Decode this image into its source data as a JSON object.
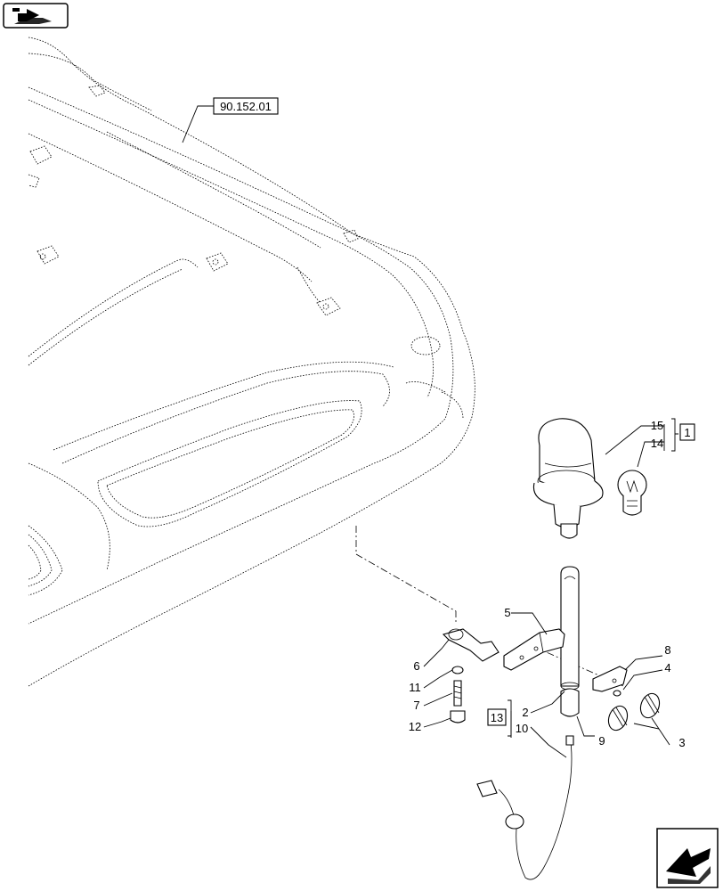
{
  "reference_label": "90.152.01",
  "callouts": {
    "c1": "1",
    "c2": "2",
    "c3": "3",
    "c4": "4",
    "c5": "5",
    "c6": "6",
    "c7": "7",
    "c8": "8",
    "c9": "9",
    "c10": "10",
    "c11": "11",
    "c12": "12",
    "c13": "13",
    "c14": "14",
    "c15": "15"
  },
  "icons": {
    "top_left": "previous-page-arrow-icon",
    "bottom_right": "next-page-arrow-icon"
  }
}
